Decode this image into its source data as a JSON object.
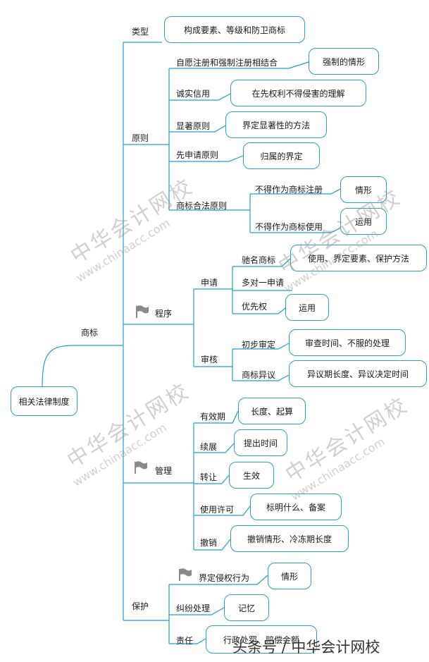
{
  "root": "相关法律制度",
  "main": "商标",
  "branches": {
    "type": {
      "label": "类型",
      "detail": "构成要素、等级和防卫商标"
    },
    "principle": {
      "label": "原则",
      "items": [
        {
          "label": "自愿注册和强制注册相结合",
          "detail": "强制的情形"
        },
        {
          "label": "诚实信用",
          "detail": "在先权利不得侵害的理解"
        },
        {
          "label": "显著原则",
          "detail": "界定显著性的方法"
        },
        {
          "label": "先申请原则",
          "detail": "归属的界定"
        },
        {
          "label": "商标合法原则",
          "sub": [
            {
              "label": "不得作为商标注册",
              "detail": "情形"
            },
            {
              "label": "不得作为商标使用",
              "detail": "运用"
            }
          ]
        }
      ]
    },
    "procedure": {
      "label": "程序",
      "apply": {
        "label": "申请",
        "items": [
          {
            "label": "驰名商标",
            "detail": "使用、界定要素、保护方法"
          },
          {
            "label": "多对一申请"
          },
          {
            "label": "优先权",
            "detail": "运用"
          }
        ]
      },
      "review": {
        "label": "审核",
        "items": [
          {
            "label": "初步审定",
            "detail": "审查时间、不服的处理"
          },
          {
            "label": "商标异议",
            "detail": "异议期长度、异议决定时间"
          }
        ]
      }
    },
    "management": {
      "label": "管理",
      "items": [
        {
          "label": "有效期",
          "detail": "长度、起算"
        },
        {
          "label": "续展",
          "detail": "提出时间"
        },
        {
          "label": "转让",
          "detail": "生效"
        },
        {
          "label": "使用许可",
          "detail": "标明什么、备案"
        },
        {
          "label": "撤销",
          "detail": "撤销情形、冷冻期长度"
        }
      ]
    },
    "protection": {
      "label": "保护",
      "items": [
        {
          "label": "界定侵权行为",
          "detail": "情形"
        },
        {
          "label": "纠纷处理",
          "detail": "记忆"
        },
        {
          "label": "责任",
          "detail": "行政处罚、赔偿金额"
        }
      ]
    }
  },
  "watermark": {
    "cn": "中华会计网校",
    "en": "www.chinaacc.com"
  },
  "footer": "头条号 / 中华会计网校",
  "colors": {
    "line": "#1f9fd0",
    "box_border": "#2aa0cc",
    "flag": "#8a8a8a"
  }
}
